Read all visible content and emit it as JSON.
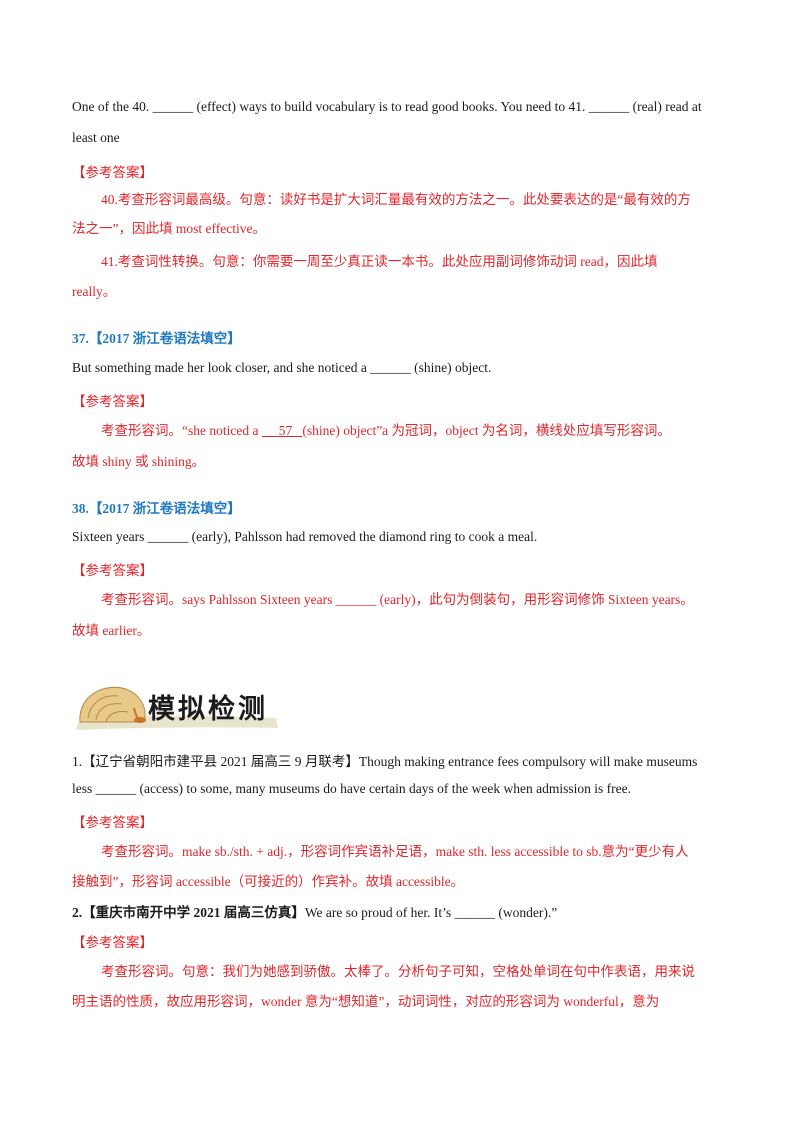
{
  "items": {
    "q40_line1": "One of the 40.  ______  (effect) ways to build vocabulary is to read good books. You need to 41.  ______  (real) read at",
    "q40_line2": "least one",
    "ans_label": "【参考答案】",
    "q40_ans1": "40.考查形容词最高级。句意：读好书是扩大词汇量最有效的方法之一。此处要表达的是“最有效的方",
    "q40_ans2": "法之一”，因此填 most effective。",
    "q41_ans1": "41.考查词性转换。句意：你需要一周至少真正读一本书。此处应用副词修饰动词   read，因此填",
    "q41_ans2": "really。",
    "q37_head": "37.【2017 浙江卷语法填空】",
    "q37_text": "But something made her look closer, and she noticed a  ______  (shine) object.",
    "q37_ans1_pre": "考查形容词。“she noticed a ",
    "q37_ans1_ul": "     57   ",
    "q37_ans1_post": "(shine) object”a 为冠词，object 为名词，横线处应填写形容词。",
    "q37_ans2": "故填 shiny 或 shining。",
    "q38_head": "38.【2017 浙江卷语法填空】",
    "q38_text": "Sixteen years  ______  (early), Pahlsson had removed the diamond ring  to  cook  a meal.",
    "q38_ans1": "考查形容词。says Pahlsson Sixteen years ______ (early)，此句为倒装句，用形容词修饰 Sixteen years。",
    "q38_ans2": "故填 earlier。",
    "banner_title": "模拟检测",
    "q1_line1": "1.【辽宁省朝阳市建平县 2021 届高三 9 月联考】Though making entrance fees compulsory will make museums",
    "q1_line2": "less ______ (access) to some, many museums do have certain days of the week when  admission  is free.",
    "q1_ans1": "考查形容词。make sb./sth. + adj.，形容词作宾语补足语，make sth. less accessible to sb.意为“更少有人",
    "q1_ans2": "接触到”，形容词 accessible（可接近的）作宾补。故填 accessible。",
    "q2_head": "2.【重庆市南开中学 2021 届高三仿真】",
    "q2_text": "We are so proud of her. It’s  ______  (wonder).”",
    "q2_ans1": "考查形容词。句意：我们为她感到骄傲。太棒了。分析句子可知，空格处单词在句中作表语，用来说",
    "q2_ans2": "明主语的性质，故应用形容词，wonder 意为“想知道”，动词词性，对应的形容词为 wonderful，意为"
  }
}
